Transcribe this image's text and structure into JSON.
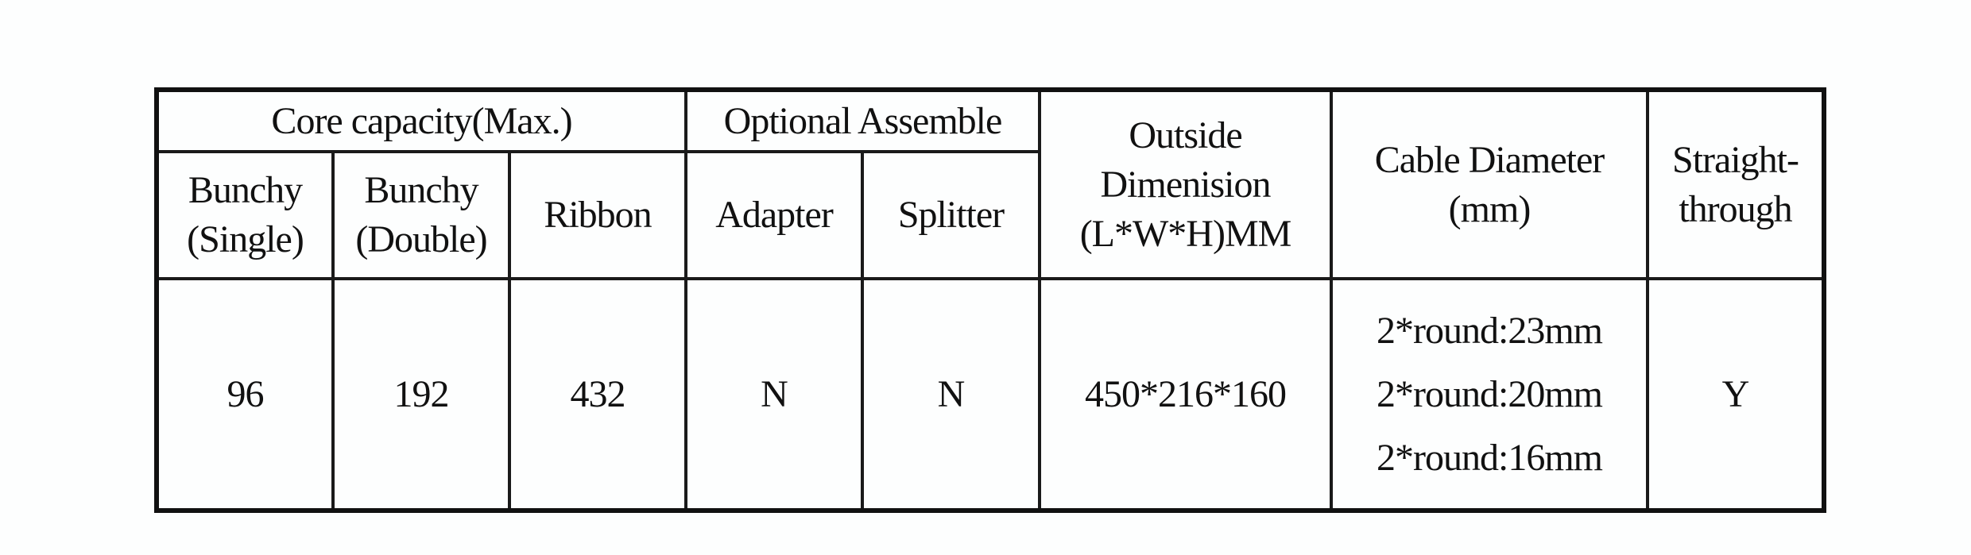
{
  "table": {
    "group_headers": {
      "core_capacity": "Core capacity(Max.)",
      "optional_assemble": "Optional Assemble",
      "outside_dimension": [
        "Outside",
        "Dimenision",
        "(L*W*H)MM"
      ],
      "cable_diameter": [
        "Cable Diameter",
        "(mm)"
      ],
      "straight_through": [
        "Straight-",
        "through"
      ]
    },
    "sub_headers": {
      "bunchy_single": [
        "Bunchy",
        "(Single)"
      ],
      "bunchy_double": [
        "Bunchy",
        "(Double)"
      ],
      "ribbon": "Ribbon",
      "adapter": "Adapter",
      "splitter": "Splitter"
    },
    "row": {
      "bunchy_single": "96",
      "bunchy_double": "192",
      "ribbon": "432",
      "adapter": "N",
      "splitter": "N",
      "outside_dimension": "450*216*160",
      "cable_diameter": [
        "2*round:23mm",
        "2*round:20mm",
        "2*round:16mm"
      ],
      "straight_through": "Y"
    }
  }
}
